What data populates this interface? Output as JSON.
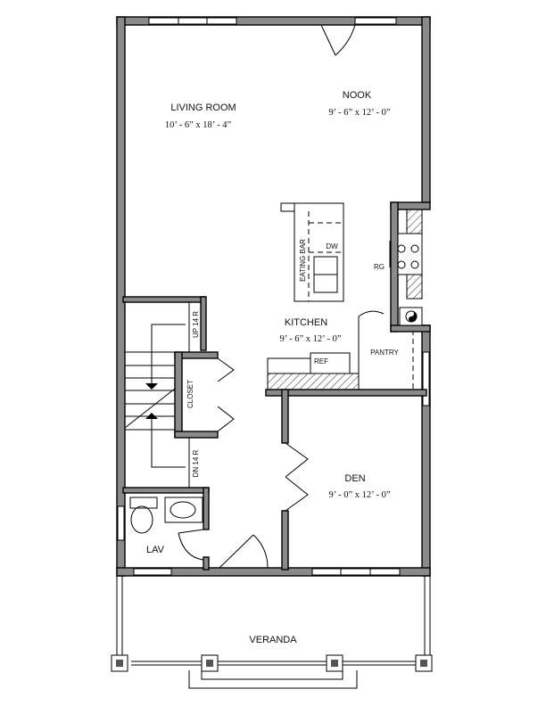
{
  "rooms": {
    "living_room": {
      "name": "LIVING ROOM",
      "dims": "10’ - 6” x 18’ - 4”"
    },
    "nook": {
      "name": "NOOK",
      "dims": "9’ - 6” x 12’ - 0”"
    },
    "kitchen": {
      "name": "KITCHEN",
      "dims": "9’ - 6” x 12’ - 0”"
    },
    "den": {
      "name": "DEN",
      "dims": "9’ - 0” x 12’ - 0”"
    },
    "lav": {
      "name": "LAV"
    },
    "veranda": {
      "name": "VERANDA"
    }
  },
  "fixtures": {
    "eating_bar": "EATING BAR",
    "dw": "DW",
    "rg": "RG",
    "ref": "REF",
    "pantry": "PANTRY",
    "closet": "CLOSET"
  },
  "stairs": {
    "up": "UP 14 R",
    "down": "DN 14 R"
  }
}
